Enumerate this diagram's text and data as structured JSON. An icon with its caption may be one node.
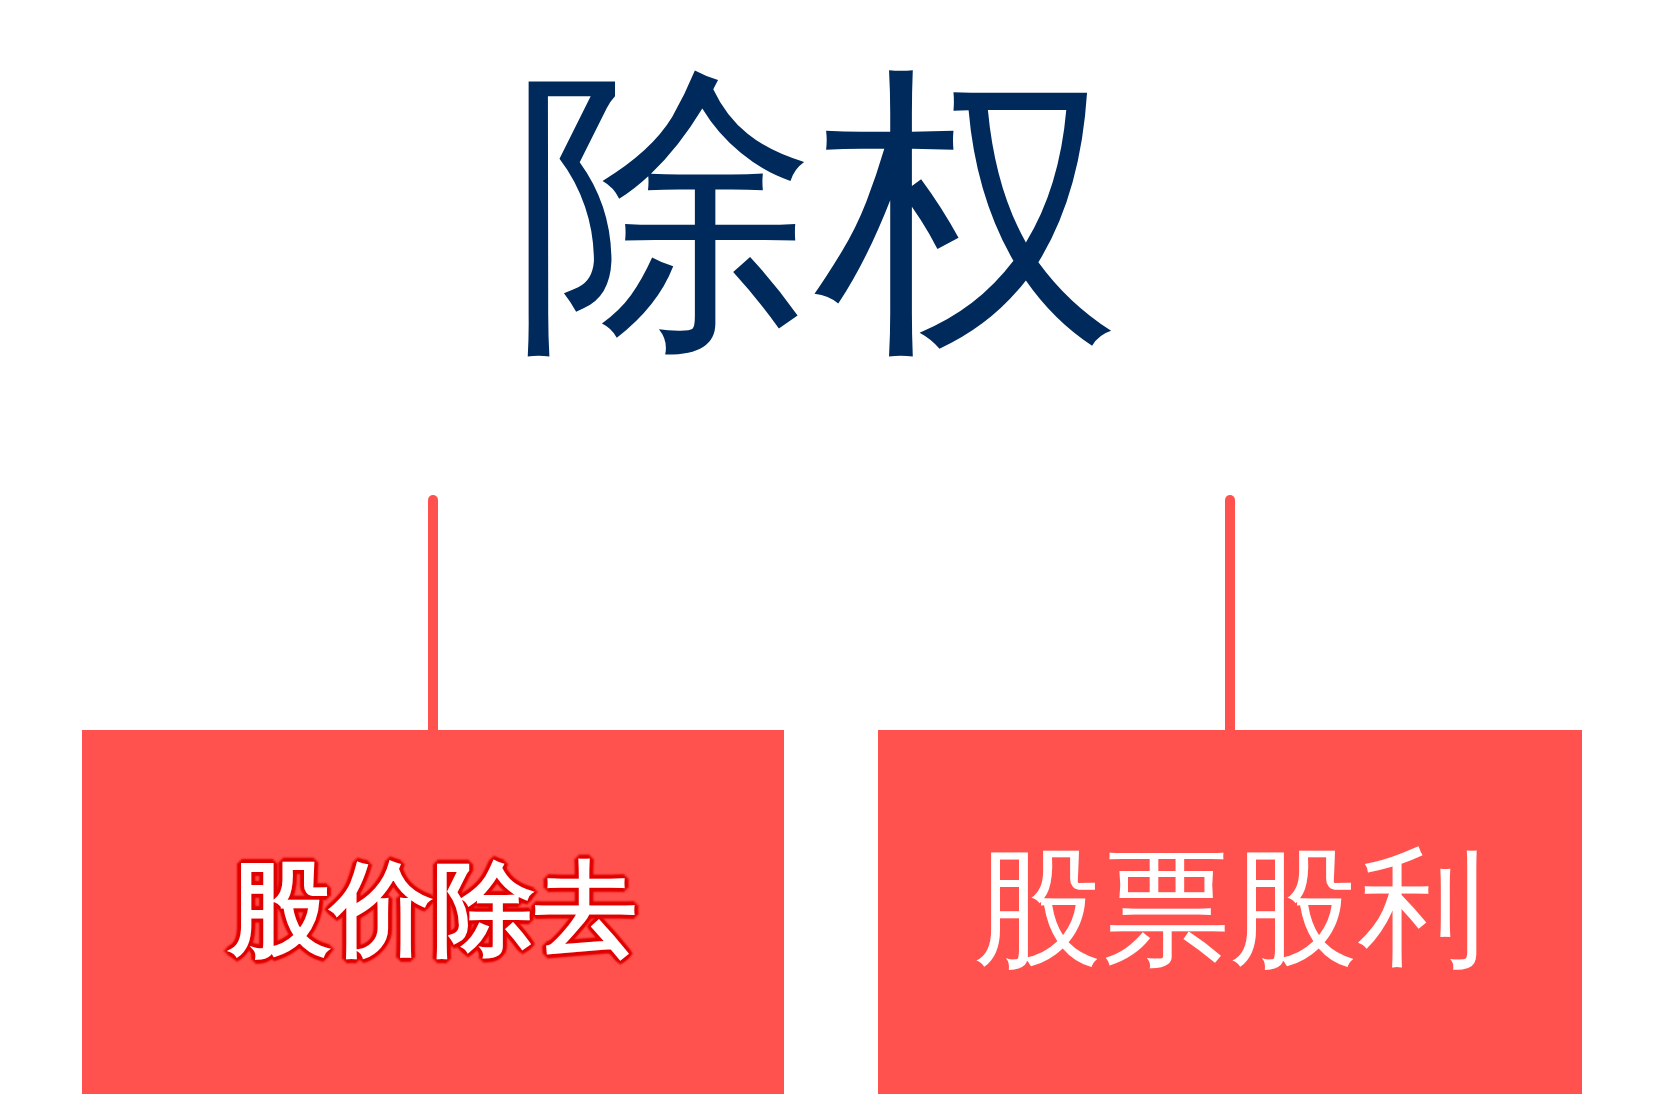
{
  "diagram": {
    "title": "除权",
    "nodes": [
      {
        "text": [
          "股价除去"
        ]
      },
      {
        "text": [
          "股票股利"
        ]
      }
    ],
    "edges": [
      {
        "from": null,
        "to": 0,
        "arrow": "none"
      },
      {
        "from": null,
        "to": 1,
        "arrow": "none"
      }
    ]
  }
}
